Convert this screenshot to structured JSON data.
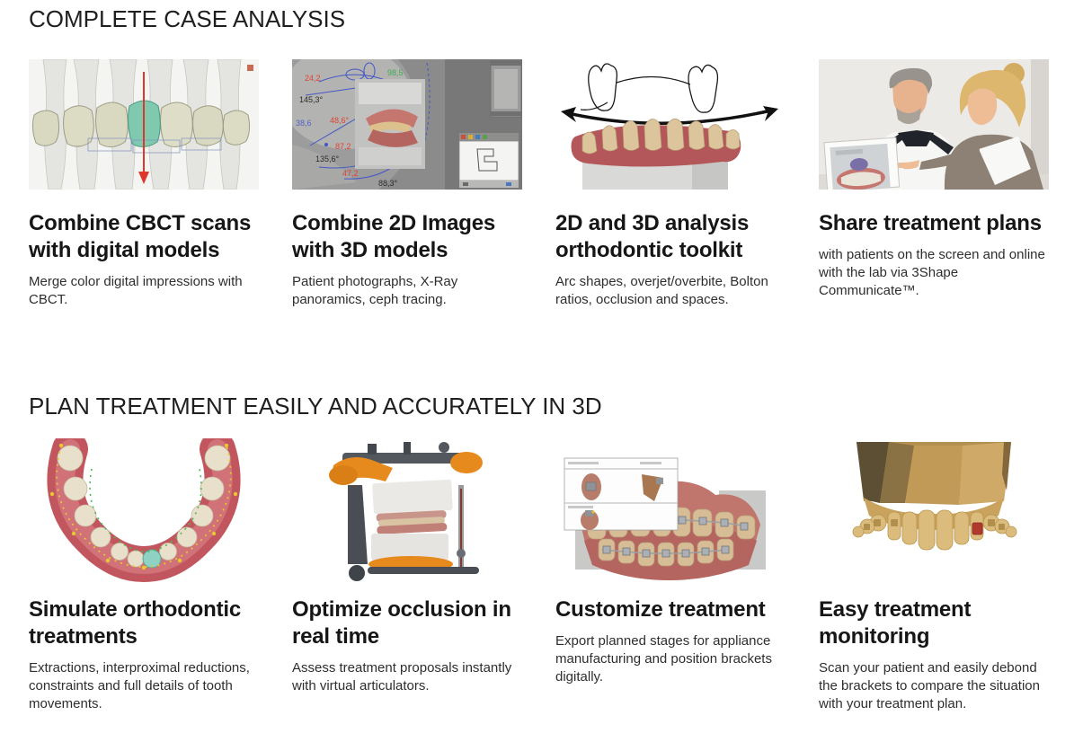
{
  "colors": {
    "heading": "#1f1f1f",
    "card_title": "#161616",
    "body_text": "#2e2e2e",
    "accent_teal": "#7fc9ae",
    "accent_orange": "#e78a1e",
    "gum_pink": "#c4766f",
    "annotation_red": "#e04432",
    "annotation_green": "#3fae4e",
    "annotation_blue": "#5262c8",
    "model_tan": "#c9a665"
  },
  "sections": [
    {
      "title": "COMPLETE CASE ANALYSIS",
      "cards": [
        {
          "image": "cbct-scan-with-digital-model",
          "title": "Combine CBCT scans with digital models",
          "description": "Merge color digital impressions with CBCT."
        },
        {
          "image": "ceph-xray-with-3d-model",
          "title": "Combine 2D Images with 3D models",
          "description": "Patient photographs, X-Ray panoramics, ceph tracing.",
          "annotations": {
            "m1": "24,2",
            "m2": "145,3°",
            "m3": "98,5",
            "m4": "48,6°",
            "m5": "38,6",
            "m6": "87,2",
            "m7": "135,6°",
            "m8": "47,2",
            "m9": "88,3°"
          }
        },
        {
          "image": "dental-arch-with-analysis-arrow",
          "title": "2D and 3D analysis orthodontic toolkit",
          "description": "Arc shapes, overjet/overbite, Bolton ratios, occlusion and spaces."
        },
        {
          "image": "dentist-showing-screen-to-patient",
          "title": "Share treatment plans",
          "description": "with patients on the screen and online with the lab via 3Shape Communicate™."
        }
      ]
    },
    {
      "title": "PLAN TREATMENT EASILY AND ACCURATELY IN 3D",
      "cards": [
        {
          "image": "occlusal-arch-simulation",
          "title": "Simulate orthodontic treatments",
          "description": "Extractions, interproximal reductions, constraints and full details of tooth movements."
        },
        {
          "image": "virtual-articulator",
          "title": "Optimize occlusion in real time",
          "description": "Assess treatment proposals instantly with virtual articulators."
        },
        {
          "image": "teeth-with-brackets",
          "title": "Customize treatment",
          "description": "Export planned stages for appliance manufacturing and position brackets digitally."
        },
        {
          "image": "scanned-model-monitoring",
          "title": "Easy treatment monitoring",
          "description": "Scan your patient and easily debond the brackets to compare the situation with your treatment plan."
        }
      ]
    }
  ]
}
